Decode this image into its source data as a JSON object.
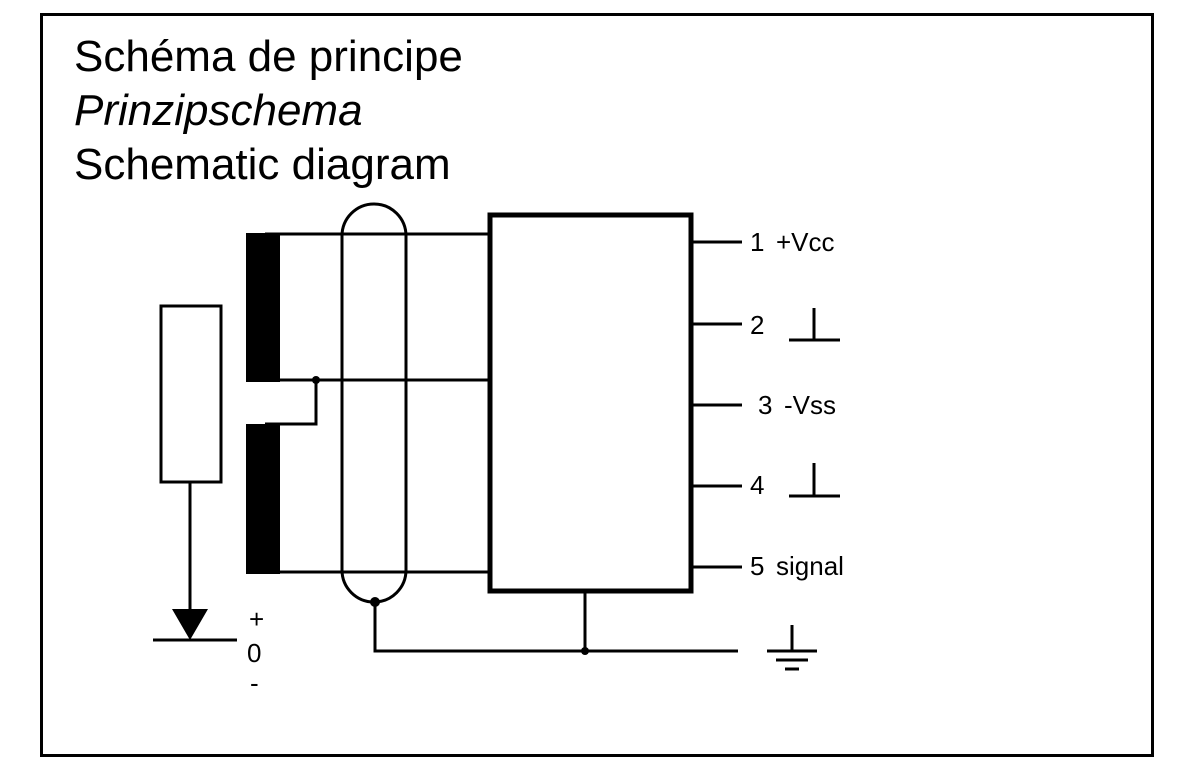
{
  "titles": {
    "french": "Schéma de principe",
    "german": "Prinzipschema",
    "english": "Schematic diagram"
  },
  "pins": [
    {
      "number": "1",
      "label": "+Vcc"
    },
    {
      "number": "2",
      "label": ""
    },
    {
      "number": "3",
      "label": "-Vss"
    },
    {
      "number": "4",
      "label": ""
    },
    {
      "number": "5",
      "label": "signal"
    }
  ],
  "polarity": {
    "plus": "+",
    "zero": "0",
    "minus": "-"
  },
  "colors": {
    "ink": "#000000",
    "background": "#ffffff"
  },
  "icons": [
    "ground-symbol-icon",
    "chassis-ground-icon",
    "arrow-down-icon"
  ]
}
